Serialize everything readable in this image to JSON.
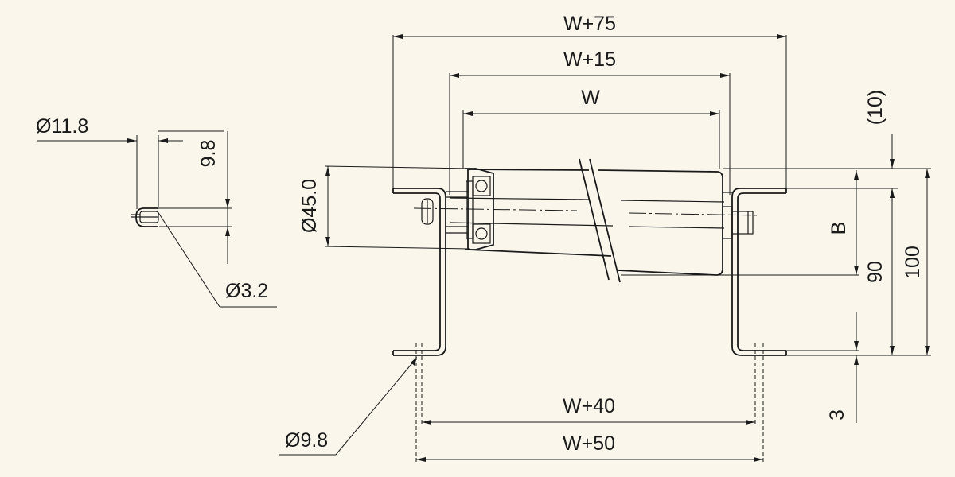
{
  "dimensions": {
    "w75": "W+75",
    "w15": "W+15",
    "w": "W",
    "w40": "W+40",
    "w50": "W+50",
    "dia45": "Ø45.0",
    "dia118": "Ø11.8",
    "dim98": "9.8",
    "dia32": "Ø3.2",
    "dia98": "Ø9.8",
    "b": "B",
    "d10": "(10)",
    "d90": "90",
    "d100": "100",
    "d3": "3"
  },
  "colors": {
    "background": "#faf6ec",
    "line": "#1a1a1a"
  }
}
